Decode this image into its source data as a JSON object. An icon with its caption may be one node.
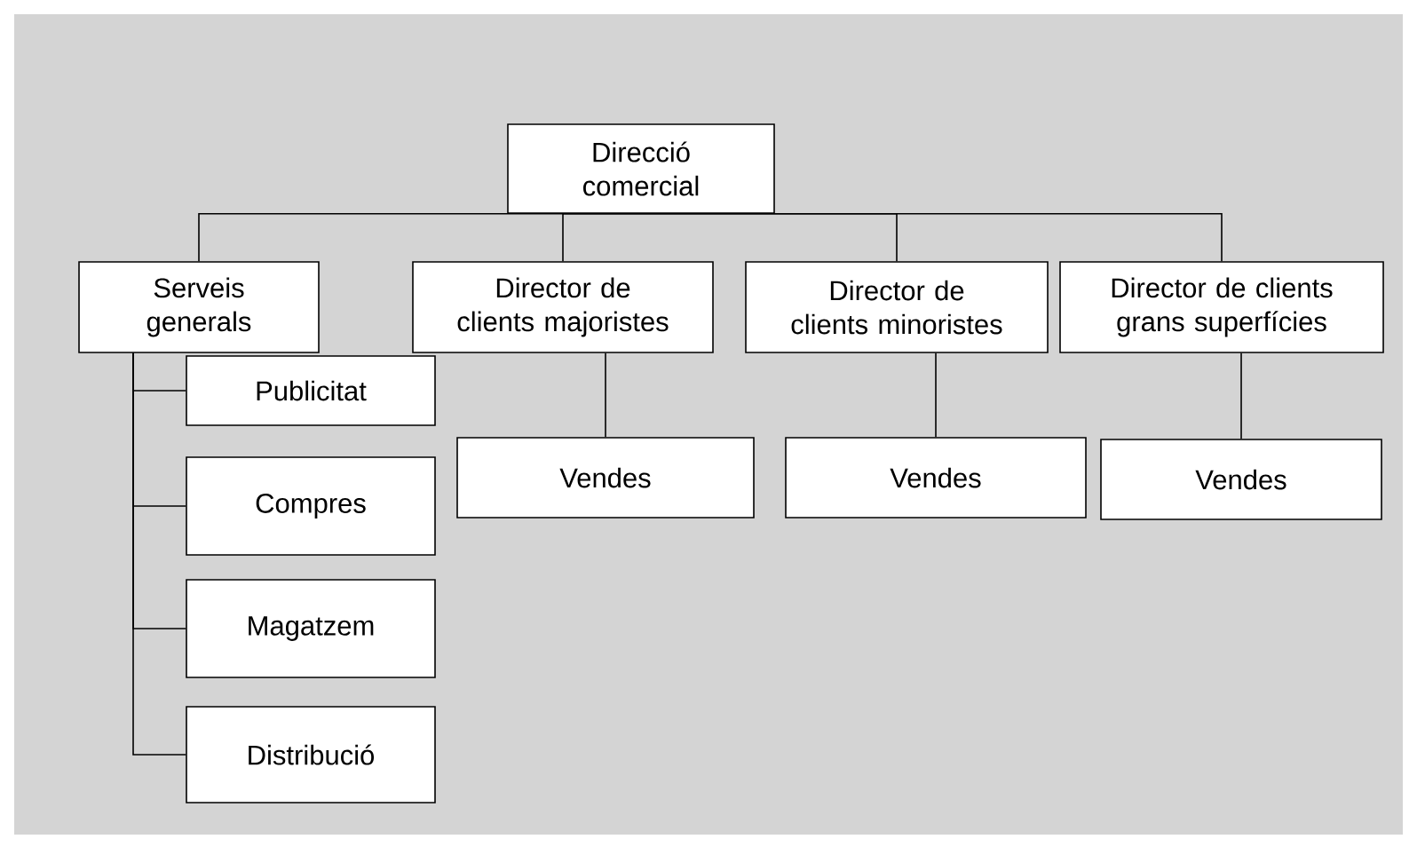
{
  "diagram": {
    "nodes": [
      {
        "text": [
          "Direcció comercial"
        ]
      },
      {
        "text": [
          "Serveis generals"
        ]
      },
      {
        "text": [
          "Director de clients majoristes"
        ]
      },
      {
        "text": [
          "Director de clients minoristes"
        ]
      },
      {
        "text": [
          "Director de clients grans superfícies"
        ]
      },
      {
        "text": [
          "Vendes"
        ]
      },
      {
        "text": [
          "Vendes"
        ]
      },
      {
        "text": [
          "Vendes"
        ]
      },
      {
        "text": [
          "Publicitat"
        ]
      },
      {
        "text": [
          "Compres"
        ]
      },
      {
        "text": [
          "Magatzem"
        ]
      },
      {
        "text": [
          "Distribució"
        ]
      }
    ],
    "edges": [
      {
        "from": 0,
        "to": 1,
        "arrow": "none"
      },
      {
        "from": 0,
        "to": 2,
        "arrow": "none"
      },
      {
        "from": 0,
        "to": 3,
        "arrow": "none"
      },
      {
        "from": 0,
        "to": 4,
        "arrow": "none"
      },
      {
        "from": 2,
        "to": 5,
        "arrow": "none"
      },
      {
        "from": 3,
        "to": 6,
        "arrow": "none"
      },
      {
        "from": 4,
        "to": 7,
        "arrow": "none"
      },
      {
        "from": 1,
        "to": 8,
        "arrow": "none"
      },
      {
        "from": 1,
        "to": 9,
        "arrow": "none"
      },
      {
        "from": 1,
        "to": 10,
        "arrow": "none"
      },
      {
        "from": 1,
        "to": 11,
        "arrow": "none"
      }
    ]
  }
}
